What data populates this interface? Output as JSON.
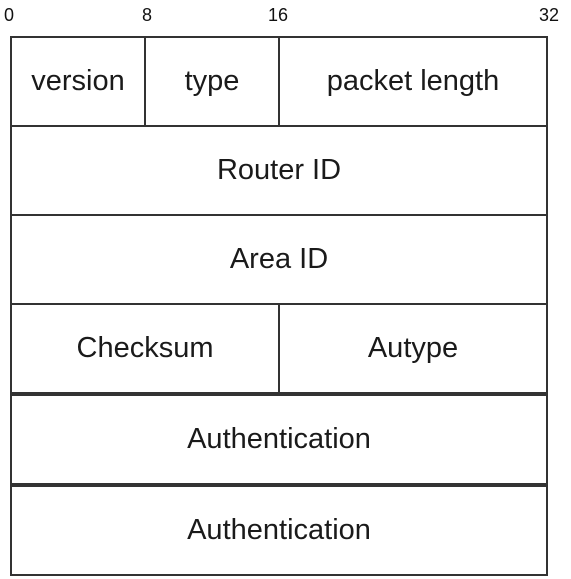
{
  "bit_scale": {
    "ticks": [
      "0",
      "8",
      "16",
      "32"
    ]
  },
  "header_fields": {
    "rows": [
      {
        "fields": [
          {
            "label": "version",
            "bits": 8
          },
          {
            "label": "type",
            "bits": 8
          },
          {
            "label": "packet length",
            "bits": 16
          }
        ]
      },
      {
        "fields": [
          {
            "label": "Router ID",
            "bits": 32
          }
        ]
      },
      {
        "fields": [
          {
            "label": "Area ID",
            "bits": 32
          }
        ]
      },
      {
        "fields": [
          {
            "label": "Checksum",
            "bits": 16
          },
          {
            "label": "Autype",
            "bits": 16
          }
        ]
      },
      {
        "fields": [
          {
            "label": "Authentication",
            "bits": 32
          }
        ]
      },
      {
        "fields": [
          {
            "label": "Authentication",
            "bits": 32
          }
        ]
      }
    ]
  },
  "colors": {
    "border": "#333333",
    "text": "#1a1a1a",
    "background": "#ffffff"
  }
}
